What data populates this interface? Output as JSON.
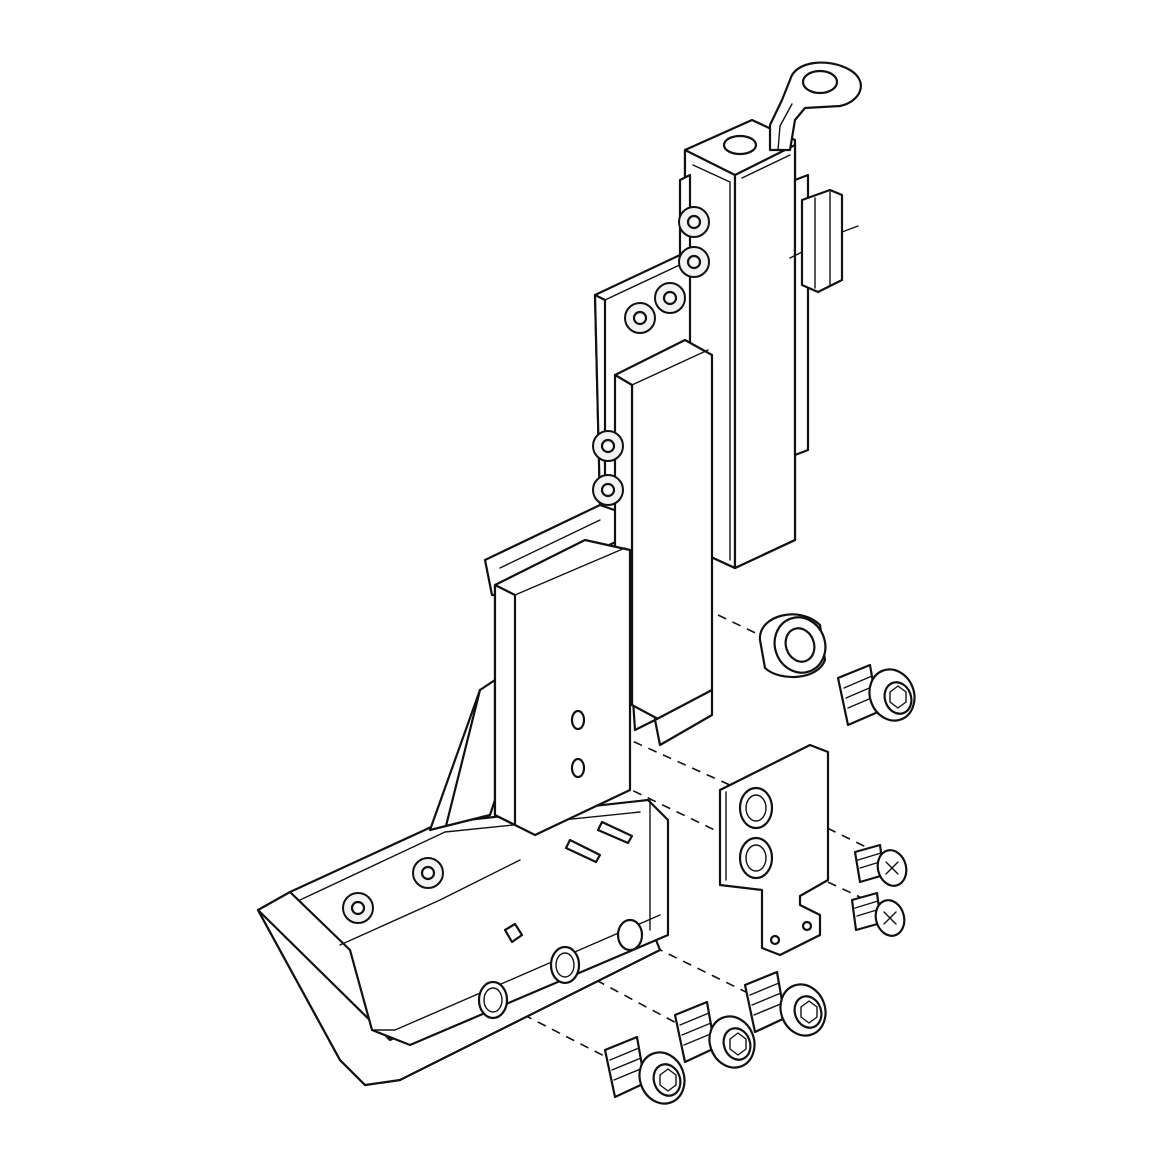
{
  "diagram": {
    "kind": "exploded-assembly-line-drawing",
    "line_color": "#111111",
    "background_color": "#ffffff",
    "parts": [
      "main-bracket",
      "vertical-mount-column",
      "eyelet-hook",
      "side-clip",
      "upper-spacer-block",
      "lower-spacer-block",
      "foot-plate",
      "spacer-sleeve",
      "cap-screw-upper",
      "mounting-plate",
      "countersunk-screw-upper",
      "countersunk-screw-lower",
      "cap-screw-lower-right",
      "cap-screw-lower-middle",
      "cap-screw-lower-left"
    ],
    "mounted_screw_count": 10
  }
}
